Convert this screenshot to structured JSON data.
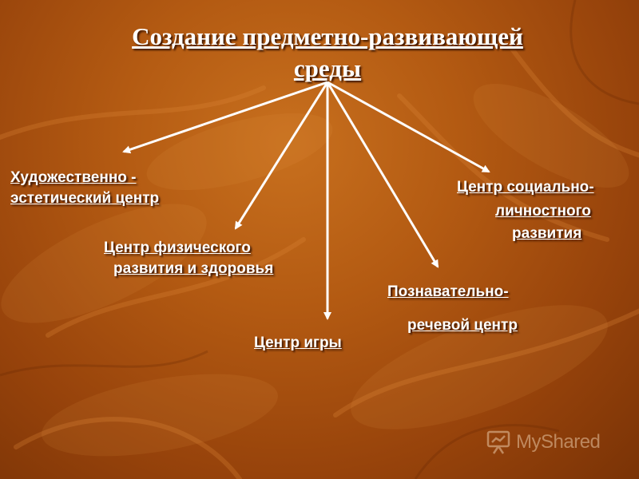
{
  "title": {
    "line1": "Создание предметно-развивающей",
    "line2": "среды"
  },
  "nodes": {
    "art": {
      "line1": "Художественно  -",
      "line2": "эстетический центр"
    },
    "physical": {
      "line1": "Центр  физического",
      "line2": "развития и здоровья"
    },
    "game": {
      "line1": "Центр  игры"
    },
    "cognitive": {
      "line1": "Познавательно-",
      "line2": "речевой центр"
    },
    "social": {
      "line1": "Центр социально-",
      "line2": "личностного",
      "line3": "развития"
    }
  },
  "watermark": {
    "text": "MyShared",
    "icon": "presentation-board-icon"
  },
  "colors": {
    "background": "#b35a12",
    "text": "#ffffff",
    "arrow": "#ffffff"
  }
}
